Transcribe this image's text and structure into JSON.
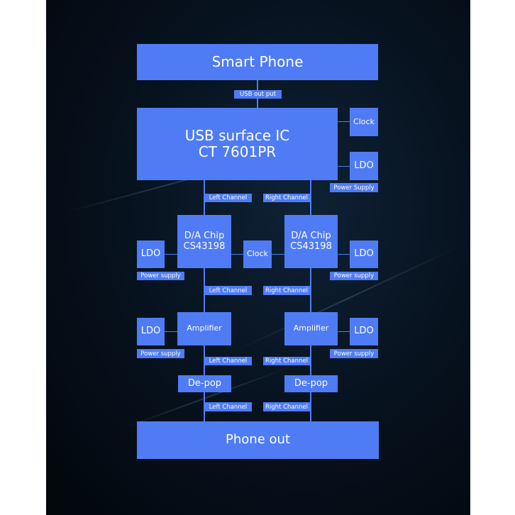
{
  "smart_phone": "Smart Phone",
  "usb_output": "USB out put",
  "usb_ic": {
    "line1": "USB surface IC",
    "line2": "CT 7601PR"
  },
  "clock": "Clock",
  "ldo": "LDO",
  "power_supply_top": "Power Supply",
  "power_supply": "Power supply",
  "left_channel": "Left Channel",
  "right_channel": "Right Channel",
  "dac": {
    "line1": "D/A Chip",
    "line2": "CS43198"
  },
  "amplifier": "Amplifier",
  "depop": "De-pop",
  "phone_out": "Phone out",
  "colors": {
    "box": "#4f7cf5",
    "background": "#050c16"
  }
}
